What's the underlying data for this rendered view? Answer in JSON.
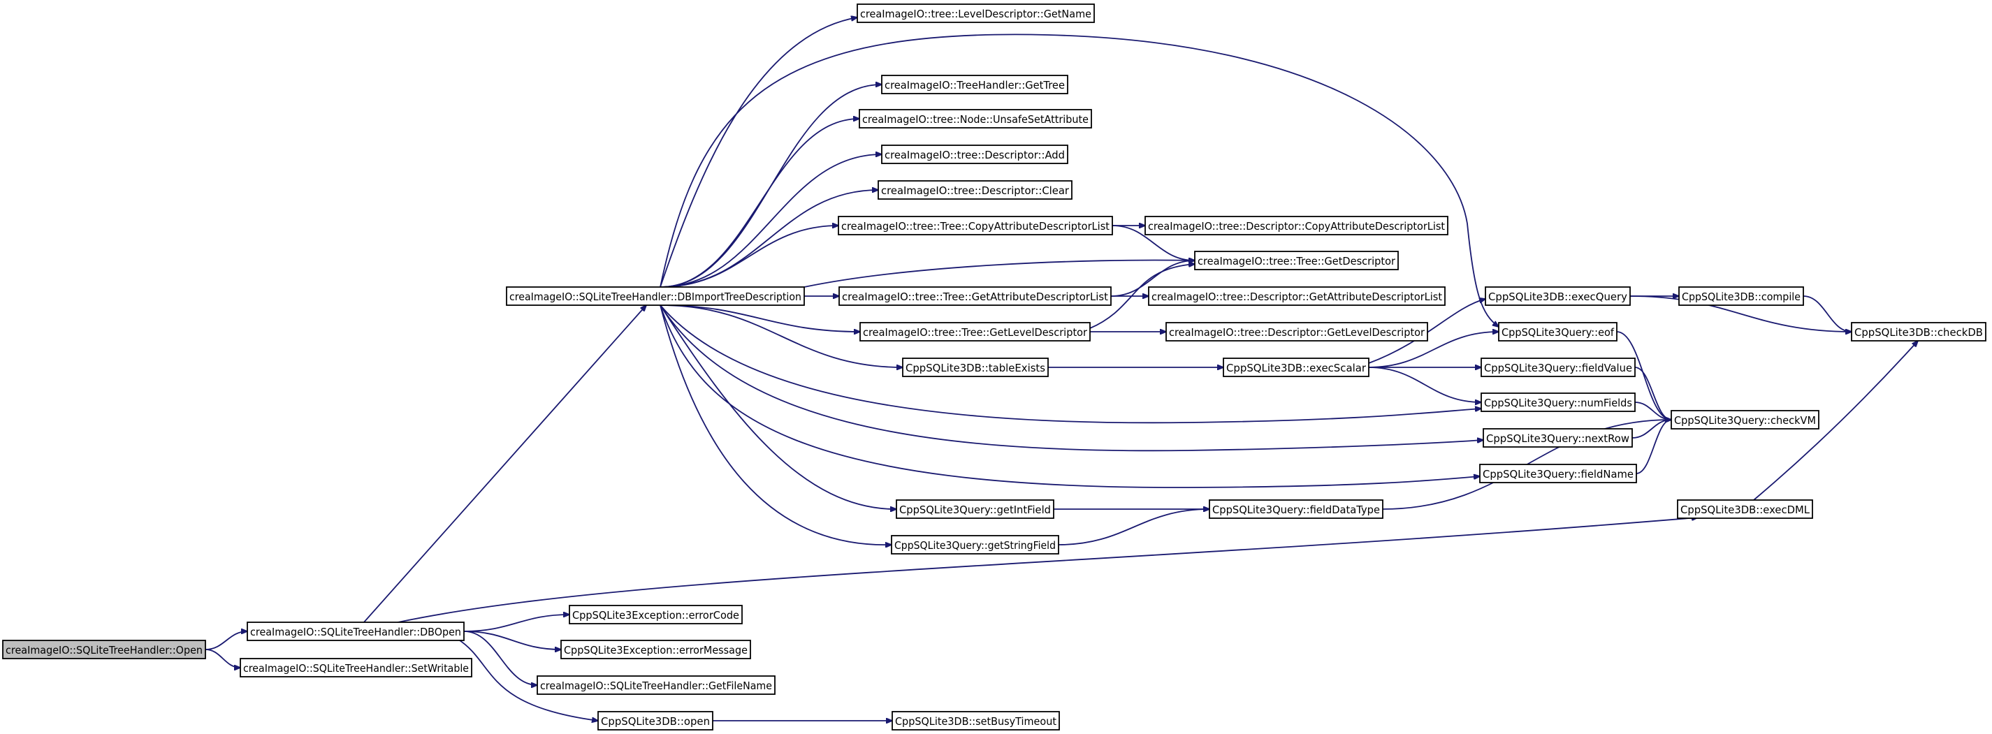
{
  "colors": {
    "edge": "#191970",
    "node_border": "#000000",
    "root_fill": "#bfbfbf",
    "node_fill": "#ffffff"
  },
  "nodes": [
    {
      "id": "open",
      "label": "creaImageIO::SQLiteTreeHandler::Open",
      "root": true
    },
    {
      "id": "dbopen",
      "label": "creaImageIO::SQLiteTreeHandler::DBOpen"
    },
    {
      "id": "setwritable",
      "label": "creaImageIO::SQLiteTreeHandler::SetWritable"
    },
    {
      "id": "dbimport",
      "label": "creaImageIO::SQLiteTreeHandler::DBImportTreeDescription"
    },
    {
      "id": "errcode",
      "label": "CppSQLite3Exception::errorCode"
    },
    {
      "id": "errmsg",
      "label": "CppSQLite3Exception::errorMessage"
    },
    {
      "id": "getfilename",
      "label": "creaImageIO::SQLiteTreeHandler::GetFileName"
    },
    {
      "id": "dbopen3",
      "label": "CppSQLite3DB::open"
    },
    {
      "id": "busy",
      "label": "CppSQLite3DB::setBusyTimeout"
    },
    {
      "id": "lvlgetname",
      "label": "creaImageIO::tree::LevelDescriptor::GetName"
    },
    {
      "id": "gettree",
      "label": "creaImageIO::TreeHandler::GetTree"
    },
    {
      "id": "unsafeset",
      "label": "creaImageIO::tree::Node::UnsafeSetAttribute"
    },
    {
      "id": "descadd",
      "label": "creaImageIO::tree::Descriptor::Add"
    },
    {
      "id": "descclear",
      "label": "creaImageIO::tree::Descriptor::Clear"
    },
    {
      "id": "treecopy",
      "label": "creaImageIO::tree::Tree::CopyAttributeDescriptorList"
    },
    {
      "id": "desccopy",
      "label": "creaImageIO::tree::Descriptor::CopyAttributeDescriptorList"
    },
    {
      "id": "treegetdesc",
      "label": "creaImageIO::tree::Tree::GetDescriptor"
    },
    {
      "id": "treegetattr",
      "label": "creaImageIO::tree::Tree::GetAttributeDescriptorList"
    },
    {
      "id": "descgetattr",
      "label": "creaImageIO::tree::Descriptor::GetAttributeDescriptorList"
    },
    {
      "id": "treegetlvl",
      "label": "creaImageIO::tree::Tree::GetLevelDescriptor"
    },
    {
      "id": "descgetlvl",
      "label": "creaImageIO::tree::Descriptor::GetLevelDescriptor"
    },
    {
      "id": "tableexists",
      "label": "CppSQLite3DB::tableExists"
    },
    {
      "id": "execscalar",
      "label": "CppSQLite3DB::execScalar"
    },
    {
      "id": "execquery",
      "label": "CppSQLite3DB::execQuery"
    },
    {
      "id": "compile",
      "label": "CppSQLite3DB::compile"
    },
    {
      "id": "checkdb",
      "label": "CppSQLite3DB::checkDB"
    },
    {
      "id": "eof",
      "label": "CppSQLite3Query::eof"
    },
    {
      "id": "fieldvalue",
      "label": "CppSQLite3Query::fieldValue"
    },
    {
      "id": "numfields",
      "label": "CppSQLite3Query::numFields"
    },
    {
      "id": "checkvm",
      "label": "CppSQLite3Query::checkVM"
    },
    {
      "id": "nextrow",
      "label": "CppSQLite3Query::nextRow"
    },
    {
      "id": "fieldname",
      "label": "CppSQLite3Query::fieldName"
    },
    {
      "id": "getint",
      "label": "CppSQLite3Query::getIntField"
    },
    {
      "id": "fielddatatype",
      "label": "CppSQLite3Query::fieldDataType"
    },
    {
      "id": "getstring",
      "label": "CppSQLite3Query::getStringField"
    },
    {
      "id": "execdml",
      "label": "CppSQLite3DB::execDML"
    }
  ],
  "edges": [
    [
      "open",
      "dbopen"
    ],
    [
      "open",
      "setwritable"
    ],
    [
      "dbopen",
      "dbimport"
    ],
    [
      "dbopen",
      "execdml"
    ],
    [
      "dbopen",
      "errcode"
    ],
    [
      "dbopen",
      "errmsg"
    ],
    [
      "dbopen",
      "getfilename"
    ],
    [
      "dbopen",
      "dbopen3"
    ],
    [
      "dbopen3",
      "busy"
    ],
    [
      "dbimport",
      "lvlgetname"
    ],
    [
      "dbimport",
      "eof"
    ],
    [
      "dbimport",
      "gettree"
    ],
    [
      "dbimport",
      "unsafeset"
    ],
    [
      "dbimport",
      "descadd"
    ],
    [
      "dbimport",
      "descclear"
    ],
    [
      "dbimport",
      "treecopy"
    ],
    [
      "dbimport",
      "treegetdesc"
    ],
    [
      "dbimport",
      "treegetattr"
    ],
    [
      "dbimport",
      "treegetlvl"
    ],
    [
      "dbimport",
      "tableexists"
    ],
    [
      "dbimport",
      "numfields"
    ],
    [
      "dbimport",
      "nextrow"
    ],
    [
      "dbimport",
      "fieldname"
    ],
    [
      "dbimport",
      "getint"
    ],
    [
      "dbimport",
      "getstring"
    ],
    [
      "treecopy",
      "desccopy"
    ],
    [
      "treecopy",
      "treegetdesc"
    ],
    [
      "treegetattr",
      "treegetdesc"
    ],
    [
      "treegetattr",
      "descgetattr"
    ],
    [
      "treegetlvl",
      "treegetdesc"
    ],
    [
      "treegetlvl",
      "descgetlvl"
    ],
    [
      "tableexists",
      "execscalar"
    ],
    [
      "execscalar",
      "execquery"
    ],
    [
      "execscalar",
      "eof"
    ],
    [
      "execscalar",
      "fieldvalue"
    ],
    [
      "execscalar",
      "numfields"
    ],
    [
      "execquery",
      "compile"
    ],
    [
      "execquery",
      "checkdb"
    ],
    [
      "compile",
      "checkdb"
    ],
    [
      "eof",
      "checkvm"
    ],
    [
      "fieldvalue",
      "checkvm"
    ],
    [
      "numfields",
      "checkvm"
    ],
    [
      "nextrow",
      "checkvm"
    ],
    [
      "fieldname",
      "checkvm"
    ],
    [
      "getint",
      "fielddatatype"
    ],
    [
      "getstring",
      "fielddatatype"
    ],
    [
      "fielddatatype",
      "checkvm"
    ],
    [
      "execdml",
      "checkdb"
    ]
  ]
}
